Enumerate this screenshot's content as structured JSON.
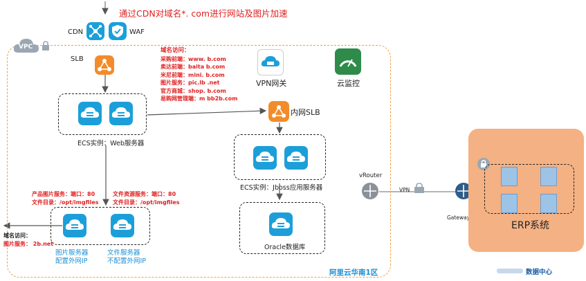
{
  "top_note": "通过CDN对域名*.        com进行网站及图片加速",
  "labels": {
    "cdn": "CDN",
    "waf": "WAF",
    "vpc": "VPC",
    "slb": "SLB",
    "vpn_gateway": "VPN网关",
    "cloud_monitor": "云监控",
    "intranet_slb": "内网SLB",
    "ecs_web": "ECS实例：Web服务器",
    "ecs_jboss": "ECS实例：Jboss应用服务器",
    "oracle": "Oracle数据库",
    "region": "阿里云华南1区",
    "vrouter": "vRouter",
    "vpn": "VPN",
    "gateway": "Gateway",
    "erp": "ERP系统",
    "datacenter": "数据中心"
  },
  "domain_access": {
    "title": "域名访问：",
    "lines": [
      "采购前端：www.       b.com",
      "卖达前端：baita     b.com",
      "米尼前端：mini.     b.com",
      "图片服务：pic.lb     .net",
      "官方商城：shop.     b.com",
      "易购网管理端：m     bb2b.com"
    ]
  },
  "image_service_note": [
    "产品图片服务：端口：80",
    "文件目录：/opt/imgfiles"
  ],
  "file_service_note": [
    "文件资源服务：端口：80",
    "文件目录：/opt/imgfiles"
  ],
  "left_domain": {
    "title": "域名访问：",
    "line": "图片服务：        2b.net"
  },
  "image_server_caption": [
    "图片服务器",
    "配置外网IP"
  ],
  "file_server_caption": [
    "文件服务器",
    "不配置外网IP"
  ],
  "colors": {
    "orange_border": "#f0a040",
    "teal": "#1c9fd9",
    "orange_icon": "#f28c2a",
    "erp_bg": "#f4b183",
    "red_text": "#e02020",
    "blue_text": "#1a8fd6"
  }
}
